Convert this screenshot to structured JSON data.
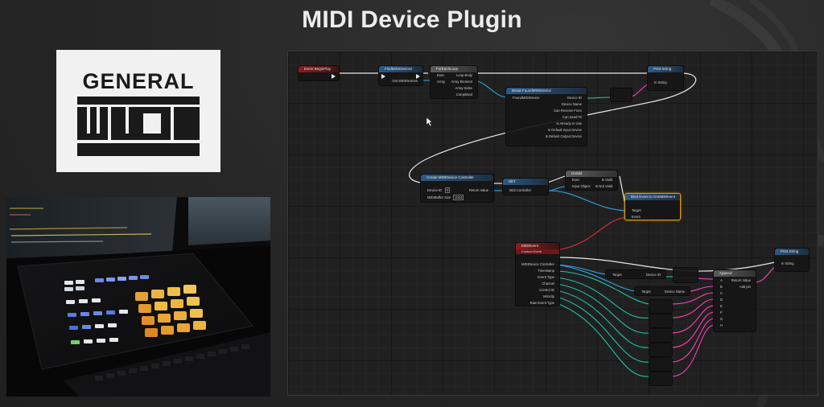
{
  "slide": {
    "title": "MIDI Device Plugin"
  },
  "logo": {
    "top_word": "GENERAL",
    "main_word": "MIDI"
  },
  "colors": {
    "exec_wire": "#e8e8e8",
    "object_pin": "#2ea3e6",
    "struct_pin": "#1fc1a6",
    "byte_pin": "#ff3fb6",
    "event_pin": "#e33030",
    "selected_outline": "#e09a10"
  },
  "photo": {
    "description_icon": "midi-controller-photo"
  },
  "blueprint": {
    "nodes": {
      "event_beginplay": {
        "title": "Event BeginPlay"
      },
      "find_devices": {
        "title": "FindMIDIDevices",
        "out": "Out MIDIDevices"
      },
      "foreach": {
        "title": "ForEachLoop",
        "pins_left": [
          "Exec",
          "Array"
        ],
        "pins_right": [
          "Loop Body",
          "Array Element",
          "Array Index",
          "Completed"
        ]
      },
      "break_struct": {
        "title": "Break FoundMIDIDevice",
        "pin_in": "FoundMIDIDevice",
        "pins": [
          "Device ID",
          "Device Name",
          "Can Receive From",
          "Can Send To",
          "Is Already In Use",
          "Is Default Input Device",
          "Is Default Output Device"
        ]
      },
      "print_top": {
        "title": "Print String",
        "pin": "In String"
      },
      "create_controller": {
        "title": "Create MIDIDevice Controller",
        "pins_left": [
          "Device ID",
          "MIDIBuffer Size"
        ],
        "device_id_value": "0",
        "buffer_value": "1024",
        "pin_right": "Return Value"
      },
      "set_node": {
        "title": "SET",
        "pin": "Midi Controller"
      },
      "isvalid": {
        "title": "IsValid",
        "pins_left": [
          "Exec",
          "Input Object"
        ],
        "pins_right": [
          "Is Valid",
          "Is Not Valid"
        ]
      },
      "bind_event": {
        "title": "Bind Event to OnMIDIEvent",
        "pins": [
          "Target",
          "Event"
        ]
      },
      "midi_event": {
        "title": "MIDIEvent",
        "subtitle": "Custom Event",
        "pins": [
          "MIDIDevice Controller",
          "Timestamp",
          "Event Type",
          "Channel",
          "Control ID",
          "Velocity",
          "Raw Event Type"
        ]
      },
      "get_device_id": {
        "pin_in": "Target",
        "pin_out": "Device ID"
      },
      "get_device_name": {
        "pin_in": "Target",
        "pin_out": "Device Name"
      },
      "append": {
        "title": "Append",
        "pins_left": [
          "A",
          "B",
          "C",
          "D",
          "E",
          "F",
          "G",
          "H"
        ],
        "pin_right": "Return Value",
        "add_pin": "Add pin"
      },
      "print_bottom": {
        "title": "Print String",
        "pin": "In String"
      }
    }
  }
}
